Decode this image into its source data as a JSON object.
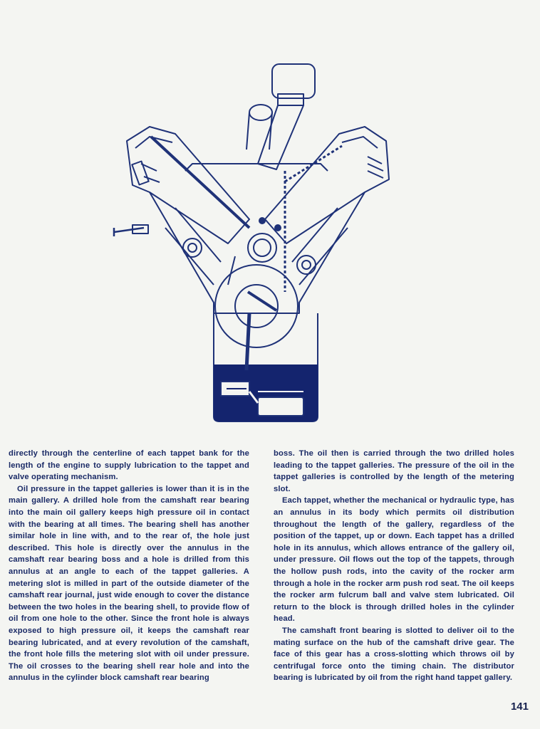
{
  "left_column": {
    "p1": "directly through the centerline of each tappet bank for the length of the engine to supply lubrication to the tappet and valve operating mechanism.",
    "p2": "Oil pressure in the tappet galleries is lower than it is in the main gallery. A drilled hole from the camshaft rear bearing into the main oil gallery keeps high pressure oil in contact with the bearing at all times. The bearing shell has another similar hole in line with, and to the rear of, the hole just described. This hole is directly over the annulus in the camshaft rear bearing boss and a hole is drilled from this annulus at an angle to each of the tappet galleries. A metering slot is milled in part of the outside diameter of the camshaft rear journal, just wide enough to cover the distance between the two holes in the bearing shell, to provide flow of oil from one hole to the other. Since the front hole is always exposed to high pressure oil, it keeps the camshaft rear bearing lubricated, and at every revolution of the camshaft, the front hole fills the metering slot with oil under pressure. The oil crosses to the bearing shell rear hole and into the annulus in the cylinder block camshaft rear bearing"
  },
  "right_column": {
    "p1": "boss. The oil then is carried through the two drilled holes leading to the tappet galleries. The pressure of the oil in the tappet galleries is controlled by the length of the metering slot.",
    "p2": "Each tappet, whether the mechanical or hydraulic type, has an annulus in its body which permits oil distribution throughout the length of the gallery, regardless of the position of the tappet, up or down. Each tappet has a drilled hole in its annulus, which allows entrance of the gallery oil, under pressure. Oil flows out the top of the tappets, through the hollow push rods, into the cavity of the rocker arm through a hole in the rocker arm push rod seat. The oil keeps the rocker arm fulcrum ball and valve stem lubricated. Oil return to the block is through drilled holes in the cylinder head.",
    "p3": "The camshaft front bearing is slotted to deliver oil to the mating surface on the hub of the camshaft drive gear. The face of this gear has a cross-slotting which throws oil by centrifugal force onto the timing chain. The distributor bearing is lubricated by oil from the right hand tappet gallery."
  },
  "page_number": "141",
  "colors": {
    "ink": "#1a2a66",
    "line_art": "#1f3278",
    "oil": "#14246e",
    "paper": "#f4f5f2"
  }
}
